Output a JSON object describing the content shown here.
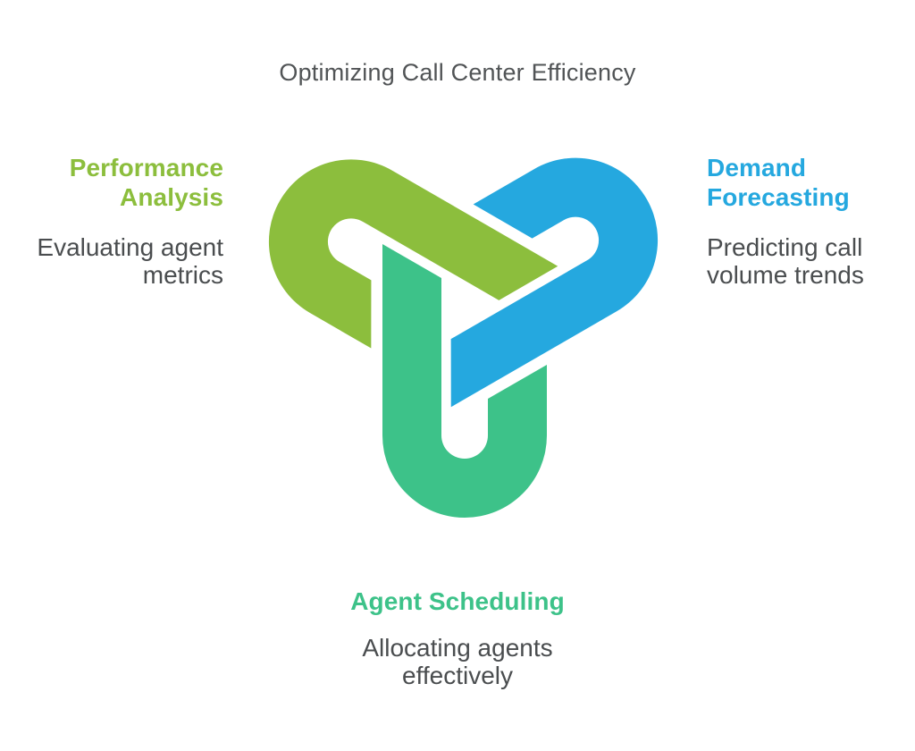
{
  "title": "Optimizing Call Center Efficiency",
  "colors": {
    "performance": "#8CBE3D",
    "demand": "#25A8DF",
    "scheduling": "#3DC289"
  },
  "sections": {
    "performance": {
      "heading_line1": "Performance",
      "heading_line2": "Analysis",
      "desc_line1": "Evaluating agent",
      "desc_line2": "metrics"
    },
    "demand": {
      "heading_line1": "Demand",
      "heading_line2": "Forecasting",
      "desc_line1": "Predicting call",
      "desc_line2": "volume trends"
    },
    "scheduling": {
      "heading": "Agent Scheduling",
      "desc_line1": "Allocating agents",
      "desc_line2": "effectively"
    }
  }
}
